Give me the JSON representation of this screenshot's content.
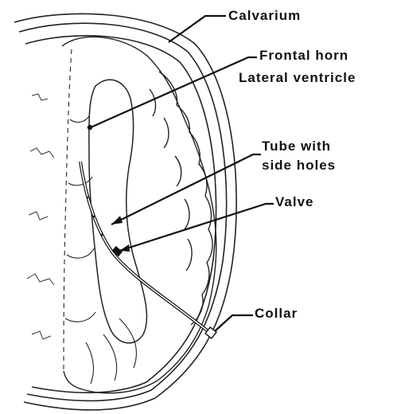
{
  "labels": {
    "calvarium": "Calvarium",
    "frontal_horn": "Frontal horn",
    "lateral_ventricle": "Lateral ventricle",
    "tube_line1": "Tube with",
    "tube_line2": "side holes",
    "valve": "Valve",
    "collar": "Collar"
  },
  "colors": {
    "ink": "#111111",
    "fine_line": "#333333",
    "paper": "#ffffff"
  }
}
